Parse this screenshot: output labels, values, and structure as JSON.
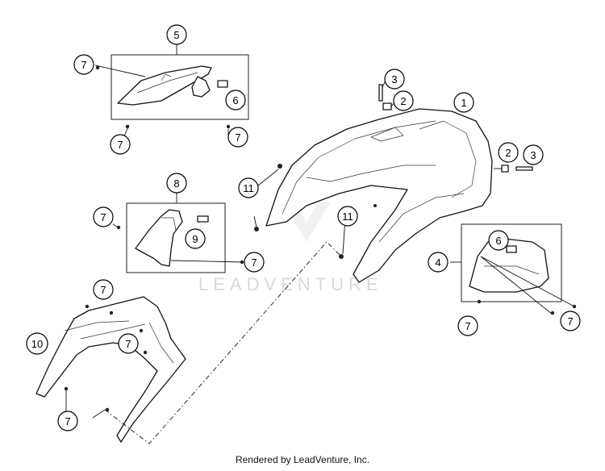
{
  "watermark": "LEADVENTURE",
  "footer": "Rendered by LeadVenture, Inc.",
  "callouts": {
    "c1": "1",
    "c2a": "2",
    "c2b": "2",
    "c3a": "3",
    "c3b": "3",
    "c4": "4",
    "c5": "5",
    "c6a": "6",
    "c6b": "6",
    "c7a": "7",
    "c7b": "7",
    "c7c": "7",
    "c7d": "7",
    "c7e": "7",
    "c7f": "7",
    "c7g": "7",
    "c7h": "7",
    "c7i": "7",
    "c7j": "7",
    "c8": "8",
    "c9": "9",
    "c10": "10",
    "c11a": "11",
    "c11b": "11"
  }
}
